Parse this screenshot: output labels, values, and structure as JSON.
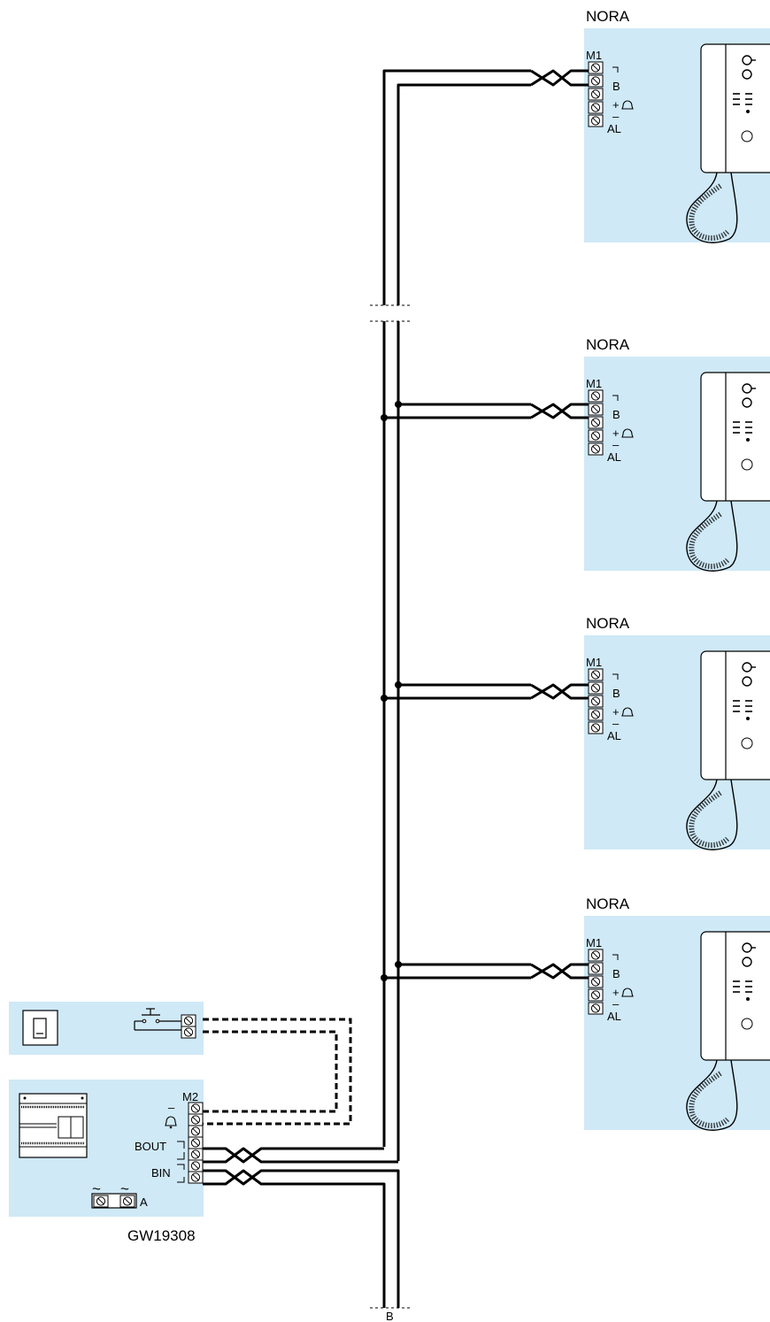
{
  "colors": {
    "panel": "#cfe9f7",
    "wire": "#000000"
  },
  "handsets": [
    {
      "title": "NORA",
      "terminal_block": "M1",
      "label_b": "B",
      "label_plus": "+",
      "label_minus": "–",
      "label_al": "AL",
      "icon": "bell-icon"
    },
    {
      "title": "NORA",
      "terminal_block": "M1",
      "label_b": "B",
      "label_plus": "+",
      "label_minus": "–",
      "label_al": "AL",
      "icon": "bell-icon"
    },
    {
      "title": "NORA",
      "terminal_block": "M1",
      "label_b": "B",
      "label_plus": "+",
      "label_minus": "–",
      "label_al": "AL",
      "icon": "bell-icon"
    },
    {
      "title": "NORA",
      "terminal_block": "M1",
      "label_b": "B",
      "label_plus": "+",
      "label_minus": "–",
      "label_al": "AL",
      "icon": "bell-icon"
    }
  ],
  "power_supply": {
    "model": "GW19308",
    "terminal_block": "M2",
    "label_minus": "–",
    "label_bout": "BOUT",
    "label_bin": "BIN",
    "label_a": "A",
    "ac_symbol": "~",
    "bell_icon": "bell-icon"
  },
  "pushbutton_panel": {
    "icon": "push-button-icon",
    "plate_icon": "wall-plate-icon"
  },
  "bus_label": "B"
}
